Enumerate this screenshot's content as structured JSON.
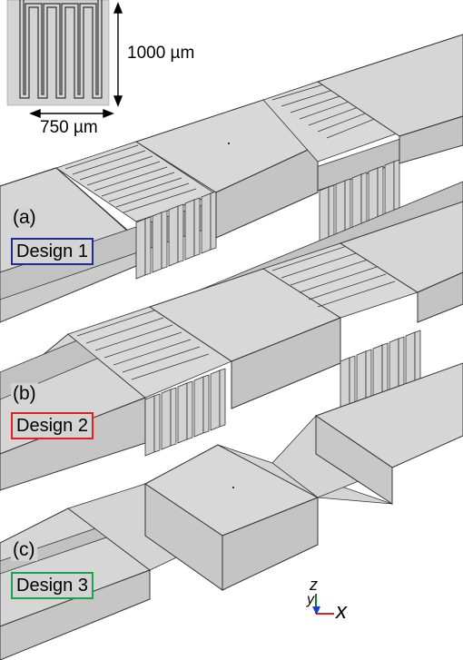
{
  "inset": {
    "dimension_width": "750 µm",
    "dimension_height": "1000 µm"
  },
  "panels": [
    {
      "letter": "(a)",
      "design": "Design 1",
      "color": "#1a2f8f"
    },
    {
      "letter": "(b)",
      "design": "Design 2",
      "color": "#e02020"
    },
    {
      "letter": "(c)",
      "design": "Design 3",
      "color": "#1aa34a"
    }
  ],
  "axes": {
    "z": "z",
    "y": "y",
    "x": "x"
  },
  "colors": {
    "face_top": "#d6d6d6",
    "face_side": "#c3c3c3",
    "edge": "#333333"
  }
}
